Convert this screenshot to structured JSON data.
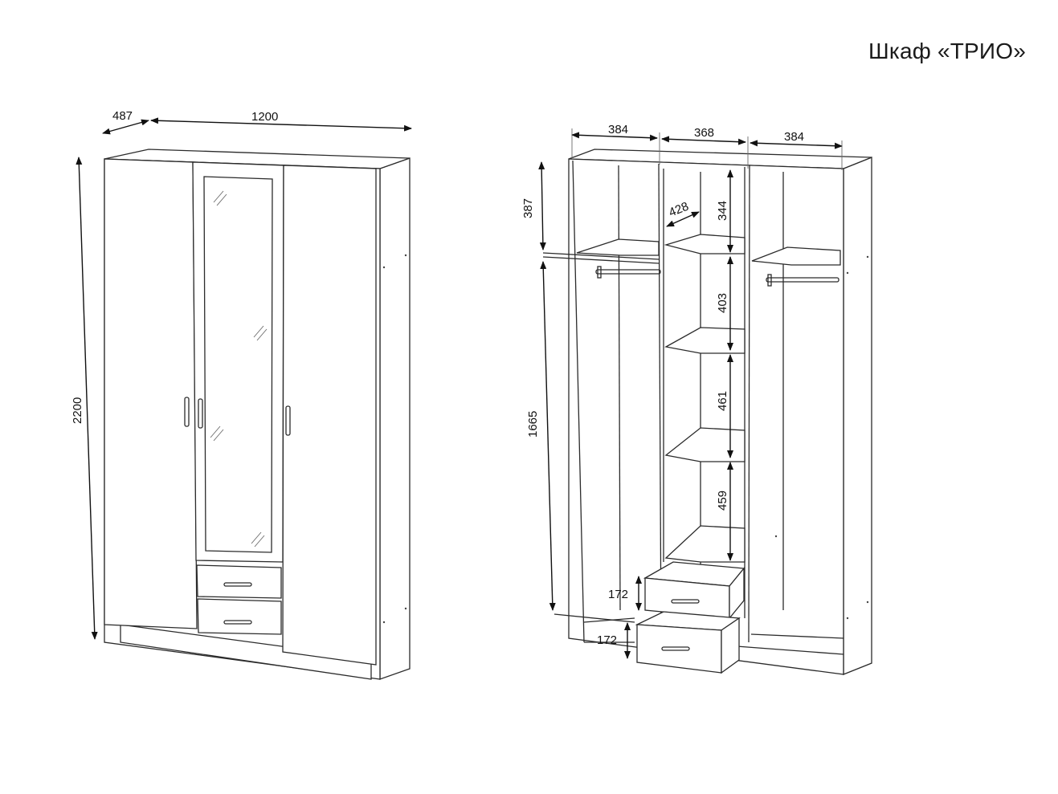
{
  "title": "Шкаф «ТРИО»",
  "front_view": {
    "dims": {
      "depth": "487",
      "width": "1200",
      "height": "2200"
    }
  },
  "interior_view": {
    "dims": {
      "left_section": "384",
      "middle_section": "368",
      "right_section": "384",
      "top_compartment": "387",
      "hanging_height": "1665",
      "shelf_depth": "428",
      "shelf_1": "344",
      "shelf_2": "403",
      "shelf_3": "461",
      "shelf_4": "459",
      "drawer_1": "172",
      "drawer_2": "172"
    }
  },
  "colors": {
    "line": "#2b2b2b",
    "background": "#ffffff"
  }
}
